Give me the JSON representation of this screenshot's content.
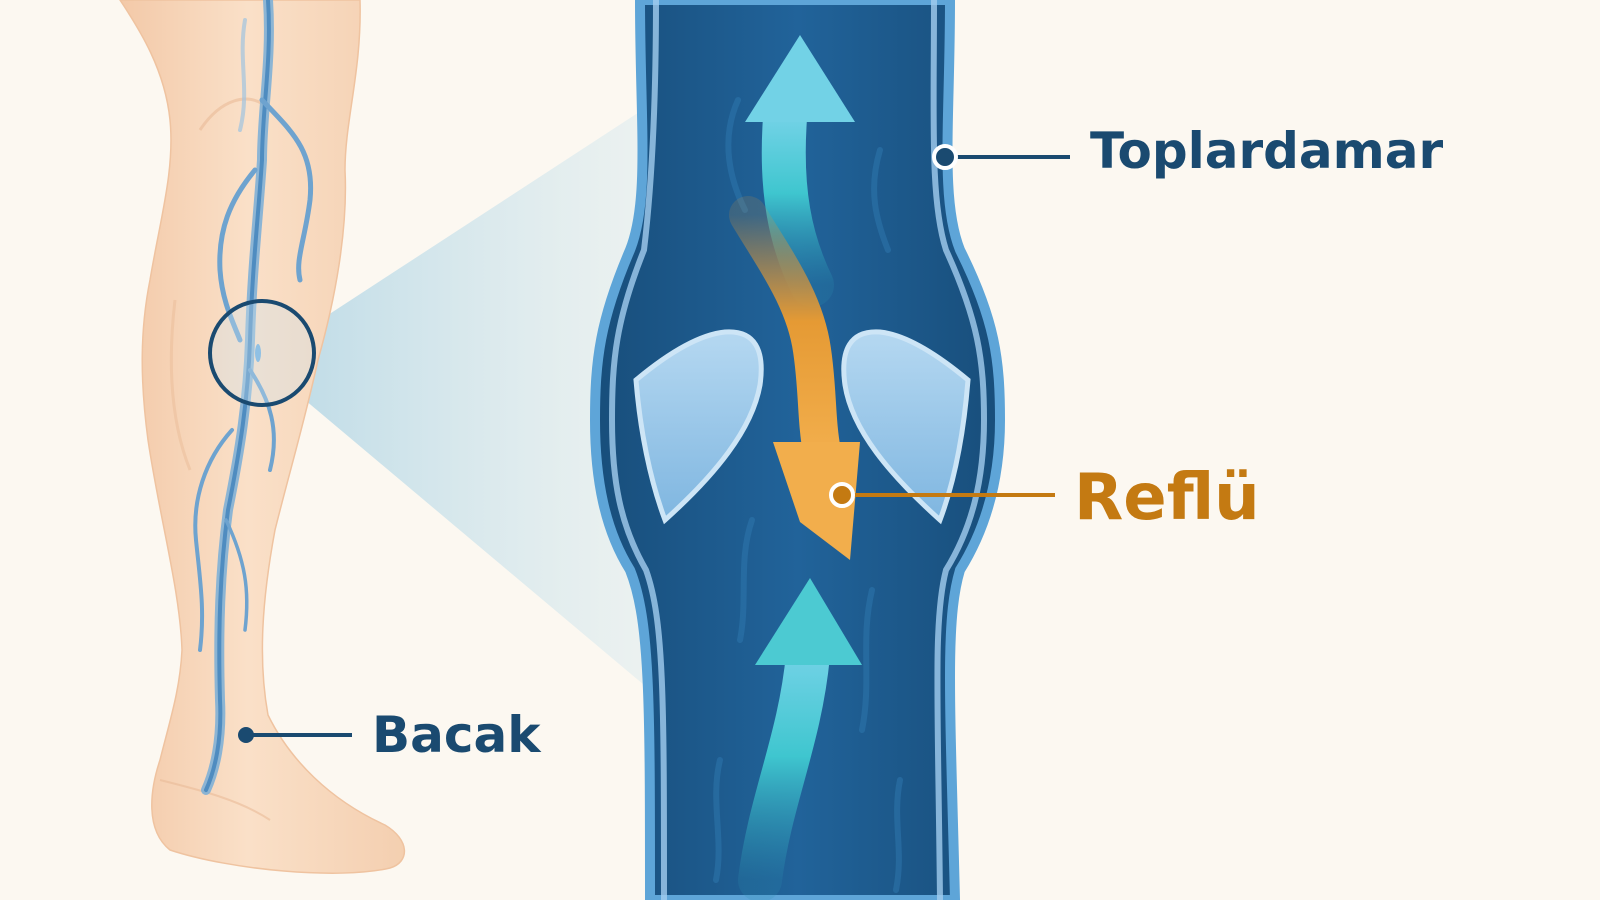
{
  "labels": {
    "vein": "Toplardamar",
    "reflux": "Reflü",
    "leg": "Bacak"
  },
  "colors": {
    "background": "#fcf8f1",
    "navy": "#1a4a70",
    "vein_lumen": "#1d5b8c",
    "vein_wall": "#6fb0dd",
    "valve": "#8cc0e6",
    "normal_flow": "#3fc6cf",
    "reflux_flow": "#e8972e",
    "reflux_text": "#c47a12",
    "skin": "#f8d9bd"
  },
  "icons": [
    "upward-flow-arrow",
    "reflux-arrow",
    "magnifier-circle"
  ]
}
